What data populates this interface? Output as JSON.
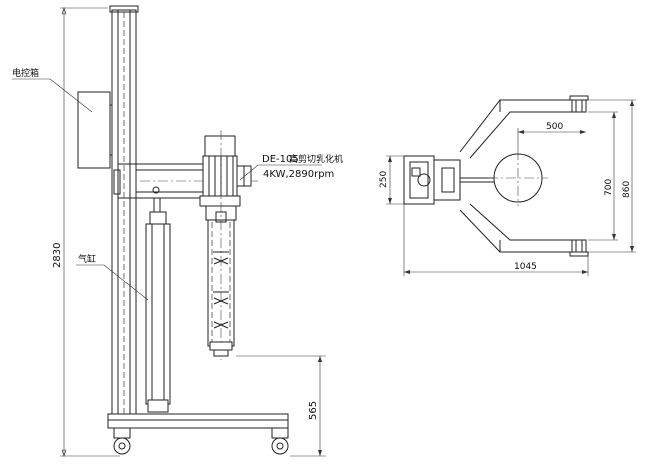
{
  "side_view": {
    "label_control_box": "电控箱",
    "label_cylinder": "气缸",
    "label_model": "DE-105",
    "label_model_desc": "高剪切乳化机",
    "label_spec": "4KW,2890rpm",
    "dim_total_height": "2830",
    "dim_base_height": "565"
  },
  "top_view": {
    "dim_250": "250",
    "dim_500": "500",
    "dim_700": "700",
    "dim_860": "860",
    "dim_1045": "1045"
  }
}
